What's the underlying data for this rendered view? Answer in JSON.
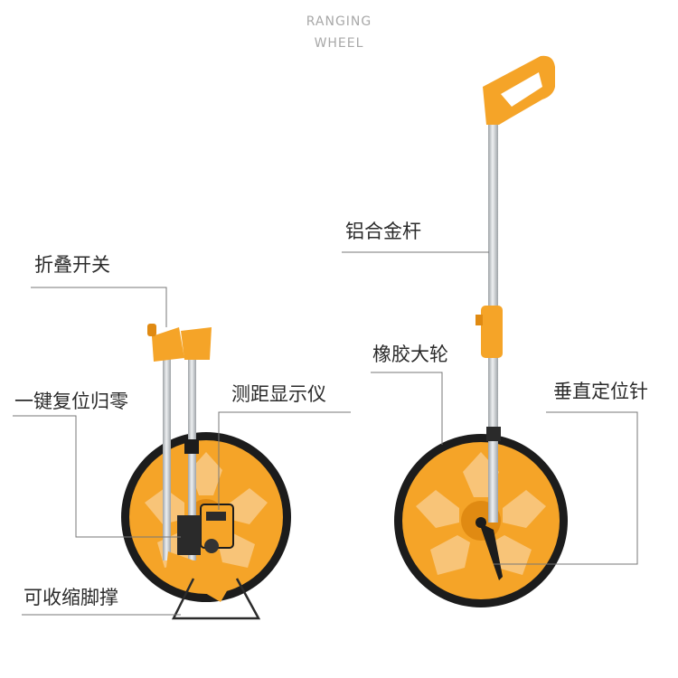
{
  "header": {
    "title_line1": "RANGING",
    "title_line2": "WHEEL"
  },
  "labels": {
    "fold_switch": "折叠开关",
    "reset_button": "一键复位归零",
    "distance_display": "测距显示仪",
    "folding_stand": "可收缩脚撑",
    "aluminum_rod": "铝合金杆",
    "rubber_wheel": "橡胶大轮",
    "vertical_pin": "垂直定位针"
  },
  "colors": {
    "wheel_orange": "#f5a428",
    "wheel_orange_dark": "#e08a12",
    "tire_black": "#1c1c1c",
    "rod_silver": "#cfd3d6",
    "leader_line": "#777777"
  }
}
